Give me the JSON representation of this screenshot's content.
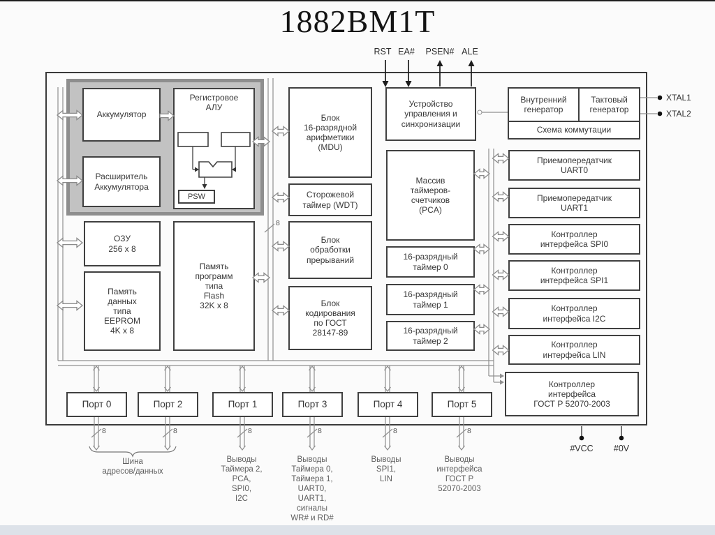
{
  "title": "1882ВМ1Т",
  "pins": {
    "top": [
      "RST",
      "EA#",
      "PSEN#",
      "ALE"
    ],
    "right": [
      "XTAL1",
      "XTAL2"
    ],
    "power": [
      "#VCC",
      "#0V"
    ]
  },
  "bus": {
    "width_label": "8"
  },
  "blocks": {
    "accumulator": "Аккумулятор",
    "acc_extender": "Расширитель\nАккумулятора",
    "register_alu": "Регистровое\nАЛУ",
    "psw": "PSW",
    "ram": "ОЗУ\n256 x 8",
    "eeprom": "Память\nданных\nтипа\nEEPROM\n4K x 8",
    "flash": "Память\nпрограмм\nтипа\nFlash\n32K x 8",
    "mdu": "Блок\n16-разрядной\nарифметики\n(MDU)",
    "wdt": "Сторожевой\nтаймер (WDT)",
    "irq": "Блок\nобработки\nпрерываний",
    "crypto": "Блок\nкодирования\nпо ГОСТ\n28147-89",
    "control": "Устройство\nуправления и\nсинхронизации",
    "pca": "Массив\nтаймеров-\nсчетчиков\n(PCA)",
    "timer0": "16-разрядный\nтаймер 0",
    "timer1": "16-разрядный\nтаймер 1",
    "timer2": "16-разрядный\nтаймер 2",
    "int_gen": "Внутренний\nгенератор",
    "clk_gen": "Тактовый\nгенератор",
    "switch": "Схема коммутации",
    "uart0": "Приемопередатчик\nUART0",
    "uart1": "Приемопередатчик\nUART1",
    "spi0": "Контроллер\nинтерфейса SPI0",
    "spi1": "Контроллер\nинтерфейса SPI1",
    "i2c": "Контроллер\nинтерфейса I2C",
    "lin": "Контроллер\nинтерфейса LIN",
    "mil": "Контроллер\nинтерфейса\nГОСТ Р 52070-2003"
  },
  "ports": [
    "Порт 0",
    "Порт 2",
    "Порт 1",
    "Порт 3",
    "Порт 4",
    "Порт 5"
  ],
  "bottom_labels": [
    "Шина\nадресов/данных",
    "Выводы\nТаймера 2,\nPCA,\nSPI0,\nI2C",
    "Выводы\nТаймера 0,\nТаймера 1,\nUART0,\nUART1,\nсигналы\nWR# и RD#",
    "Выводы\nSPI1,\nLIN",
    "Выводы\nинтерфейса\nГОСТ Р\n52070-2003"
  ]
}
